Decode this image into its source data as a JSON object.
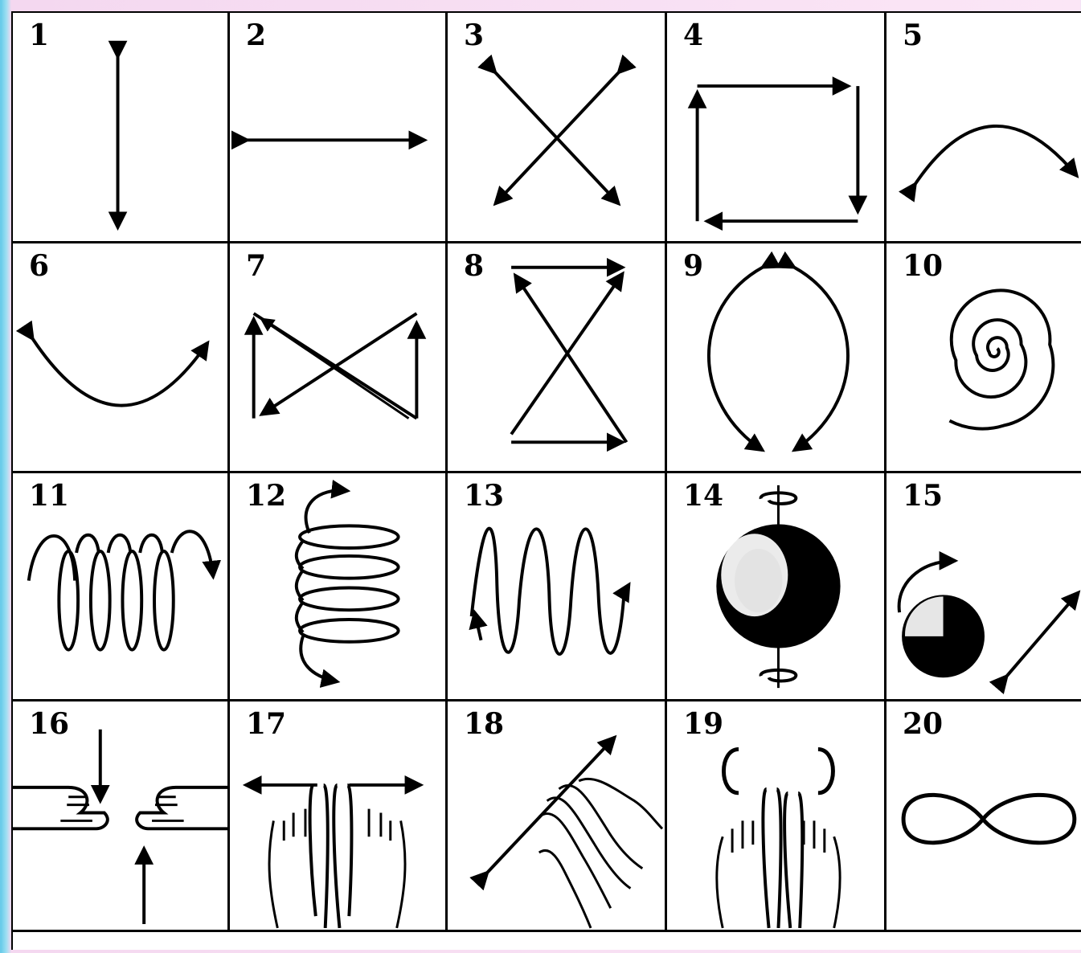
{
  "cells": [
    {
      "number": "1",
      "icon": "vertical-double-arrow-icon"
    },
    {
      "number": "2",
      "icon": "horizontal-double-arrow-icon"
    },
    {
      "number": "3",
      "icon": "diagonal-cross-arrows-icon"
    },
    {
      "number": "4",
      "icon": "square-path-arrows-icon"
    },
    {
      "number": "5",
      "icon": "upper-arc-arrows-icon"
    },
    {
      "number": "6",
      "icon": "lower-arc-arrows-icon"
    },
    {
      "number": "7",
      "icon": "horizontal-bowtie-arrows-icon"
    },
    {
      "number": "8",
      "icon": "hourglass-arrows-icon"
    },
    {
      "number": "9",
      "icon": "oval-arc-arrows-icon"
    },
    {
      "number": "10",
      "icon": "spiral-icon"
    },
    {
      "number": "11",
      "icon": "horizontal-coil-icon"
    },
    {
      "number": "12",
      "icon": "vertical-coil-icon"
    },
    {
      "number": "13",
      "icon": "wave-zigzag-icon"
    },
    {
      "number": "14",
      "icon": "rotating-eyeball-icon"
    },
    {
      "number": "15",
      "icon": "eyeball-diagonal-arrow-icon"
    },
    {
      "number": "16",
      "icon": "converging-fingers-icon"
    },
    {
      "number": "17",
      "icon": "spreading-fingers-icon"
    },
    {
      "number": "18",
      "icon": "diagonal-fingers-icon"
    },
    {
      "number": "19",
      "icon": "circling-fingers-icon"
    },
    {
      "number": "20",
      "icon": "infinity-loop-icon"
    }
  ],
  "colors": {
    "ink": "#000000",
    "paper": "#ffffff",
    "border_left": "#5ec8e8",
    "border_right": "#fbe6f6"
  }
}
